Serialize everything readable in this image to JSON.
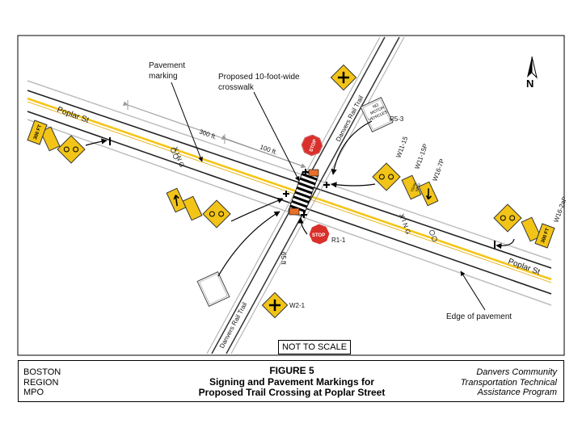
{
  "diagram": {
    "street_name": "Poplar St",
    "trail_name": "Danvers Rail Trail",
    "dimension_300": "300 ft.",
    "dimension_100": "100 ft.",
    "label_pavement_marking_1": "Pavement",
    "label_pavement_marking_2": "marking",
    "label_crosswalk_1": "Proposed 10-foot-wide",
    "label_crosswalk_2": "crosswalk",
    "label_edge": "Edge of pavement",
    "xing_text": "X I N G",
    "speed_text": "65 ft",
    "stop_text": "STOP",
    "sign_codes": {
      "r5_3": "R5-3",
      "w11_15": "W11-15",
      "w11_15p": "W11-15P",
      "w16_7p": "W16-7P",
      "w16_2ap": "W16-2aP",
      "r1_1": "R1-1",
      "w2_1": "W2-1"
    },
    "sign_text": {
      "no_motor_1": "NO",
      "no_motor_2": "MOTOR",
      "no_motor_3": "VEHICLES",
      "trail_xing_1": "TRAIL",
      "trail_xing_2": "XING",
      "dist_300": "300 FT"
    },
    "colors": {
      "sign_yellow": "#f2c417",
      "centerline": "#f5c518",
      "stop_red": "#d9302c",
      "road_edge": "#222222",
      "trail_gray": "#a8a8a8"
    }
  },
  "north_arrow": {
    "label": "N"
  },
  "scale_note": "NOT TO SCALE",
  "title_block": {
    "left_1": "BOSTON",
    "left_2": "REGION",
    "left_3": "MPO",
    "figure": "FIGURE 5",
    "title_1": "Signing and Pavement Markings for",
    "title_2": "Proposed Trail Crossing at Poplar Street",
    "right_1": "Danvers Community",
    "right_2": "Transportation Technical",
    "right_3": "Assistance Program"
  }
}
